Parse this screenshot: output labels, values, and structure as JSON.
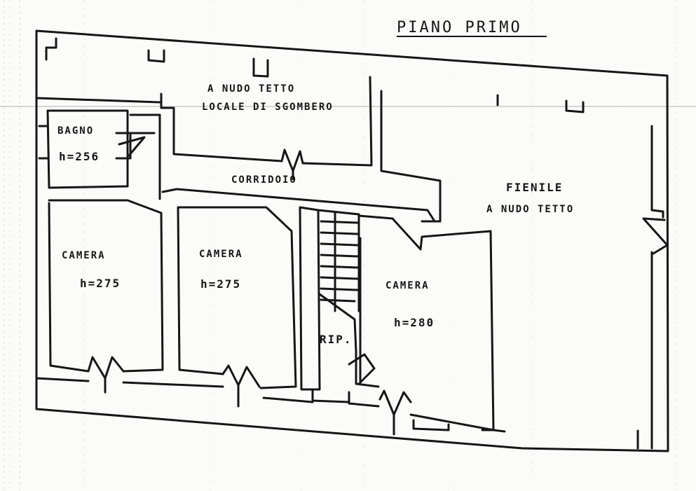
{
  "title": "PIANO PRIMO",
  "rooms": {
    "roof_space": {
      "name": "A NUDO TETTO",
      "use": "LOCALE DI SGOMBERO"
    },
    "bathroom": {
      "name": "BAGNO",
      "height": "h=256"
    },
    "corridor": {
      "name": "CORRIDOIO"
    },
    "hayloft": {
      "name": "FIENILE",
      "note": "A NUDO TETTO"
    },
    "bedroom_1": {
      "name": "CAMERA",
      "height": "h=275"
    },
    "bedroom_2": {
      "name": "CAMERA",
      "height": "h=275"
    },
    "bedroom_3": {
      "name": "CAMERA",
      "height": "h=280"
    },
    "storage": {
      "name": "RIP."
    }
  },
  "colors": {
    "ink": "#161616",
    "paper": "#fbfbf9",
    "scan_line": "#b9b9b9"
  }
}
